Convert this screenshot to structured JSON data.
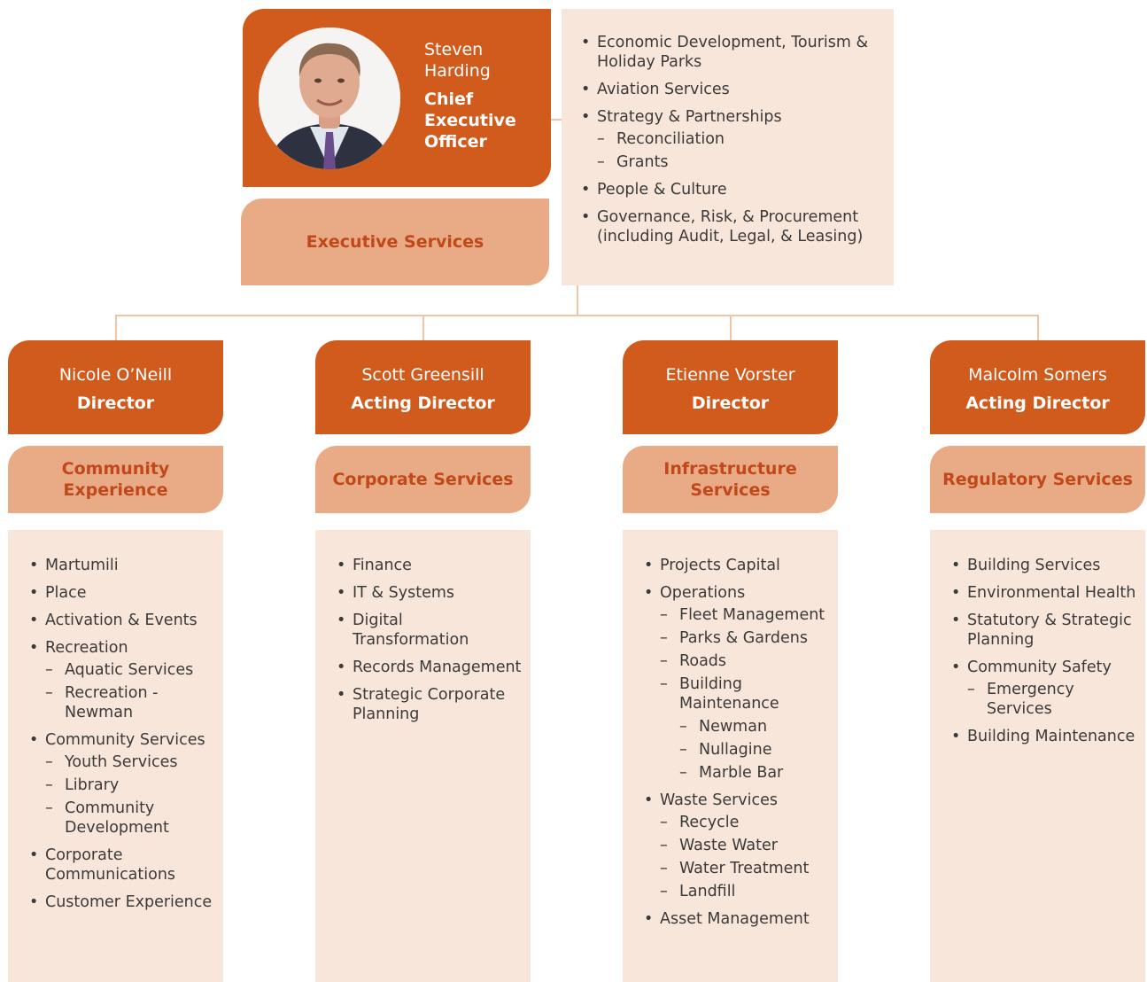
{
  "ceo": {
    "name": "Steven Harding",
    "role": "Chief Executive Officer",
    "unit": "Executive Services",
    "items": [
      {
        "label": "Economic Development, Tourism & Holiday Parks",
        "sub": []
      },
      {
        "label": "Aviation Services",
        "sub": []
      },
      {
        "label": "Strategy & Partnerships",
        "sub": [
          {
            "label": "Reconciliation"
          },
          {
            "label": "Grants"
          }
        ]
      },
      {
        "label": "People & Culture",
        "sub": []
      },
      {
        "label": "Governance, Risk, & Procurement (including Audit, Legal, & Leasing)",
        "sub": []
      }
    ]
  },
  "directors": [
    {
      "key": "community-experience",
      "name": "Nicole O’Neill",
      "role": "Director",
      "department": "Community Experience",
      "items": [
        {
          "label": "Martumili",
          "sub": []
        },
        {
          "label": "Place",
          "sub": []
        },
        {
          "label": "Activation & Events",
          "sub": []
        },
        {
          "label": "Recreation",
          "sub": [
            {
              "label": "Aquatic Services"
            },
            {
              "label": "Recreation - Newman"
            }
          ]
        },
        {
          "label": "Community Services",
          "sub": [
            {
              "label": "Youth Services"
            },
            {
              "label": "Library"
            },
            {
              "label": "Community Development"
            }
          ]
        },
        {
          "label": "Corporate Communications",
          "sub": []
        },
        {
          "label": "Customer Experience",
          "sub": []
        }
      ]
    },
    {
      "key": "corporate-services",
      "name": "Scott Greensill",
      "role": "Acting Director",
      "department": "Corporate Services",
      "items": [
        {
          "label": "Finance",
          "sub": []
        },
        {
          "label": "IT & Systems",
          "sub": []
        },
        {
          "label": "Digital Transformation",
          "sub": []
        },
        {
          "label": "Records Management",
          "sub": []
        },
        {
          "label": "Strategic Corporate Planning",
          "sub": []
        }
      ]
    },
    {
      "key": "infrastructure-services",
      "name": "Etienne Vorster",
      "role": "Director",
      "department": "Infrastructure Services",
      "items": [
        {
          "label": "Projects Capital",
          "sub": []
        },
        {
          "label": "Operations",
          "sub": [
            {
              "label": "Fleet Management"
            },
            {
              "label": "Parks & Gardens"
            },
            {
              "label": "Roads"
            },
            {
              "label": "Building Maintenance",
              "sub": [
                {
                  "label": "Newman"
                },
                {
                  "label": "Nullagine"
                },
                {
                  "label": "Marble Bar"
                }
              ]
            }
          ]
        },
        {
          "label": "Waste Services",
          "sub": [
            {
              "label": "Recycle"
            },
            {
              "label": "Waste Water"
            },
            {
              "label": "Water Treatment"
            },
            {
              "label": "Landfill"
            }
          ]
        },
        {
          "label": "Asset Management",
          "sub": []
        }
      ]
    },
    {
      "key": "regulatory-services",
      "name": "Malcolm Somers",
      "role": "Acting Director",
      "department": "Regulatory Services",
      "items": [
        {
          "label": "Building Services",
          "sub": []
        },
        {
          "label": "Environmental Health",
          "sub": []
        },
        {
          "label": "Statutory & Strategic Planning",
          "sub": []
        },
        {
          "label": "Community Safety",
          "sub": [
            {
              "label": "Emergency Services"
            }
          ]
        },
        {
          "label": "Building Maintenance",
          "sub": []
        }
      ]
    }
  ],
  "colors": {
    "primary": "#d15b1d",
    "secondary": "#e9ab85",
    "panel": "#f9e6da",
    "label_text": "#c0481a",
    "connector": "#f0c6a6"
  }
}
